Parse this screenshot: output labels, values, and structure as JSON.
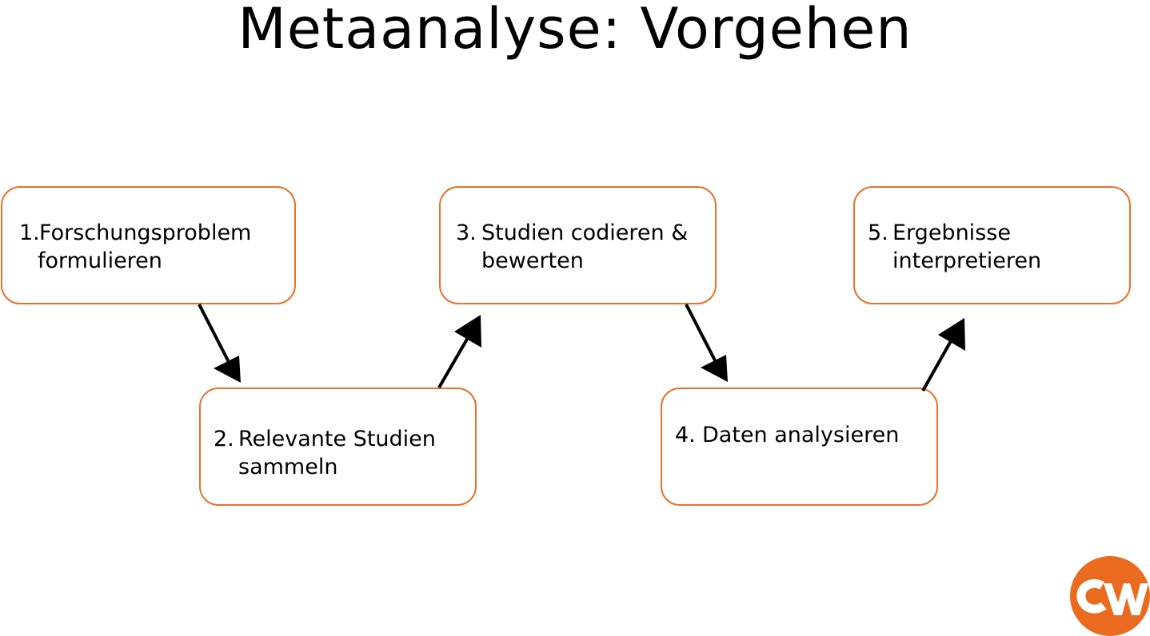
{
  "title": "Metaanalyse: Vorgehen",
  "colors": {
    "box_border": "#e8722a",
    "arrow": "#000000",
    "logo_bg": "#ea6a1f",
    "logo_fg": "#ffffff"
  },
  "steps": [
    {
      "number": "1.",
      "lines": [
        "Forschungsproblem",
        "formulieren"
      ]
    },
    {
      "number": "2.",
      "lines": [
        "Relevante Studien",
        "sammeln"
      ]
    },
    {
      "number": "3.",
      "lines": [
        "Studien codieren &",
        "bewerten"
      ]
    },
    {
      "number": "4.",
      "lines": [
        "Daten analysieren"
      ]
    },
    {
      "number": "5.",
      "lines": [
        "Ergebnisse",
        "interpretieren"
      ]
    }
  ],
  "logo": {
    "name": "gw-logo"
  }
}
